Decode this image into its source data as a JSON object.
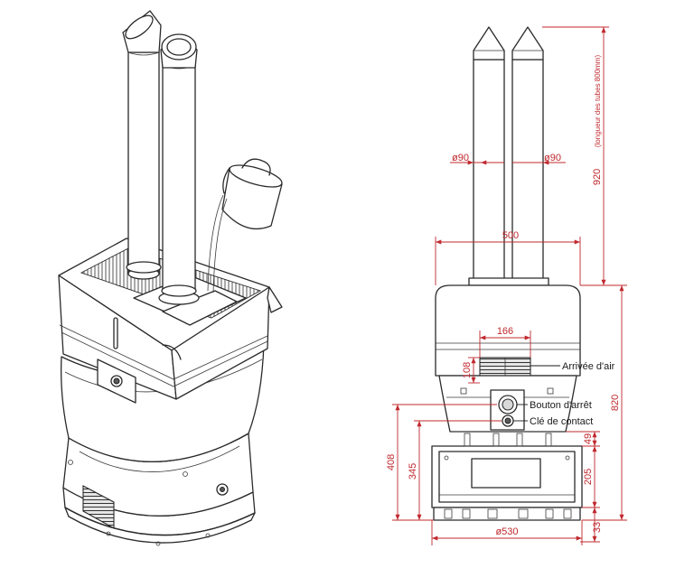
{
  "dimensions": {
    "tube_diameter_left": "ø90",
    "tube_diameter_right": "ø90",
    "tube_height": "920",
    "tube_length_note": "(longueur des tubes 800mm)",
    "top_width": "500",
    "grille_width": "166",
    "grille_height": "108",
    "total_height": "820",
    "height_49": "49",
    "height_408": "408",
    "height_345": "345",
    "height_205": "205",
    "height_33": "33",
    "base_diameter": "ø530"
  },
  "labels": {
    "air_inlet": "Arrivée d'air",
    "stop_button": "Bouton d'arrêt",
    "contact_key": "Clé de contact"
  },
  "colors": {
    "dimension": "#c0282e",
    "outline": "#2a2a2a"
  }
}
